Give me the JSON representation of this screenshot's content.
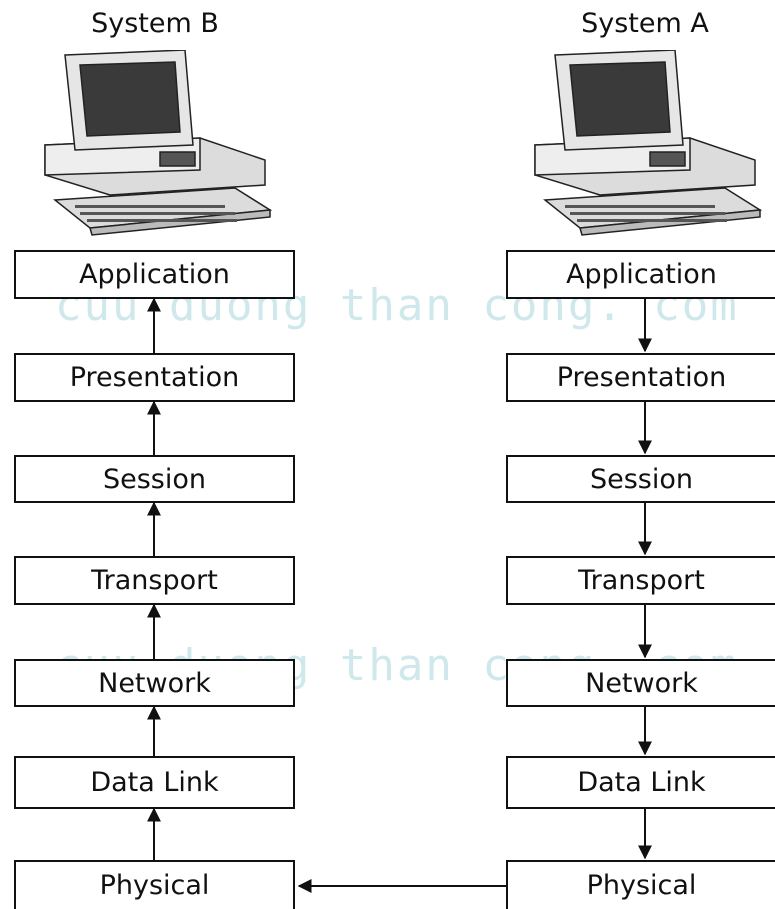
{
  "system_b": {
    "title": "System B",
    "layers": [
      "Application",
      "Presentation",
      "Session",
      "Transport",
      "Network",
      "Data Link",
      "Physical"
    ]
  },
  "system_a": {
    "title": "System A",
    "layers": [
      "Application",
      "Presentation",
      "Session",
      "Transport",
      "Network",
      "Data Link",
      "Physical"
    ]
  },
  "watermark": "cuu duong than cong. com"
}
